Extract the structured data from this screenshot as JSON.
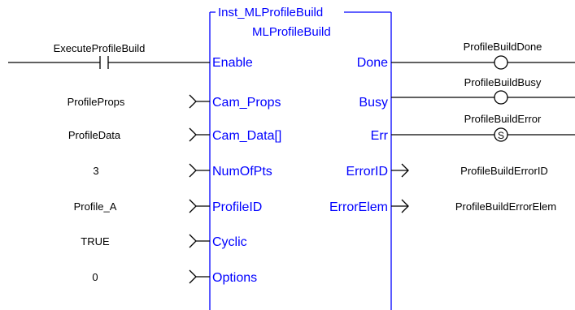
{
  "block": {
    "instance_name": "Inst_MLProfileBuild",
    "type_name": "MLProfileBuild"
  },
  "inputs": {
    "enable": {
      "pin": "Enable",
      "variable": "ExecuteProfileBuild"
    },
    "cam_props": {
      "pin": "Cam_Props",
      "variable": "ProfileProps"
    },
    "cam_data": {
      "pin": "Cam_Data[]",
      "variable": "ProfileData"
    },
    "num_of_pts": {
      "pin": "NumOfPts",
      "variable": "3"
    },
    "profile_id": {
      "pin": "ProfileID",
      "variable": "Profile_A"
    },
    "cyclic": {
      "pin": "Cyclic",
      "variable": "TRUE"
    },
    "options": {
      "pin": "Options",
      "variable": "0"
    }
  },
  "outputs": {
    "done": {
      "pin": "Done",
      "variable": "ProfileBuildDone"
    },
    "busy": {
      "pin": "Busy",
      "variable": "ProfileBuildBusy"
    },
    "err": {
      "pin": "Err",
      "variable": "ProfileBuildError",
      "coil_letter": "S"
    },
    "error_id": {
      "pin": "ErrorID",
      "variable": "ProfileBuildErrorID"
    },
    "error_elem": {
      "pin": "ErrorElem",
      "variable": "ProfileBuildErrorElem"
    }
  }
}
